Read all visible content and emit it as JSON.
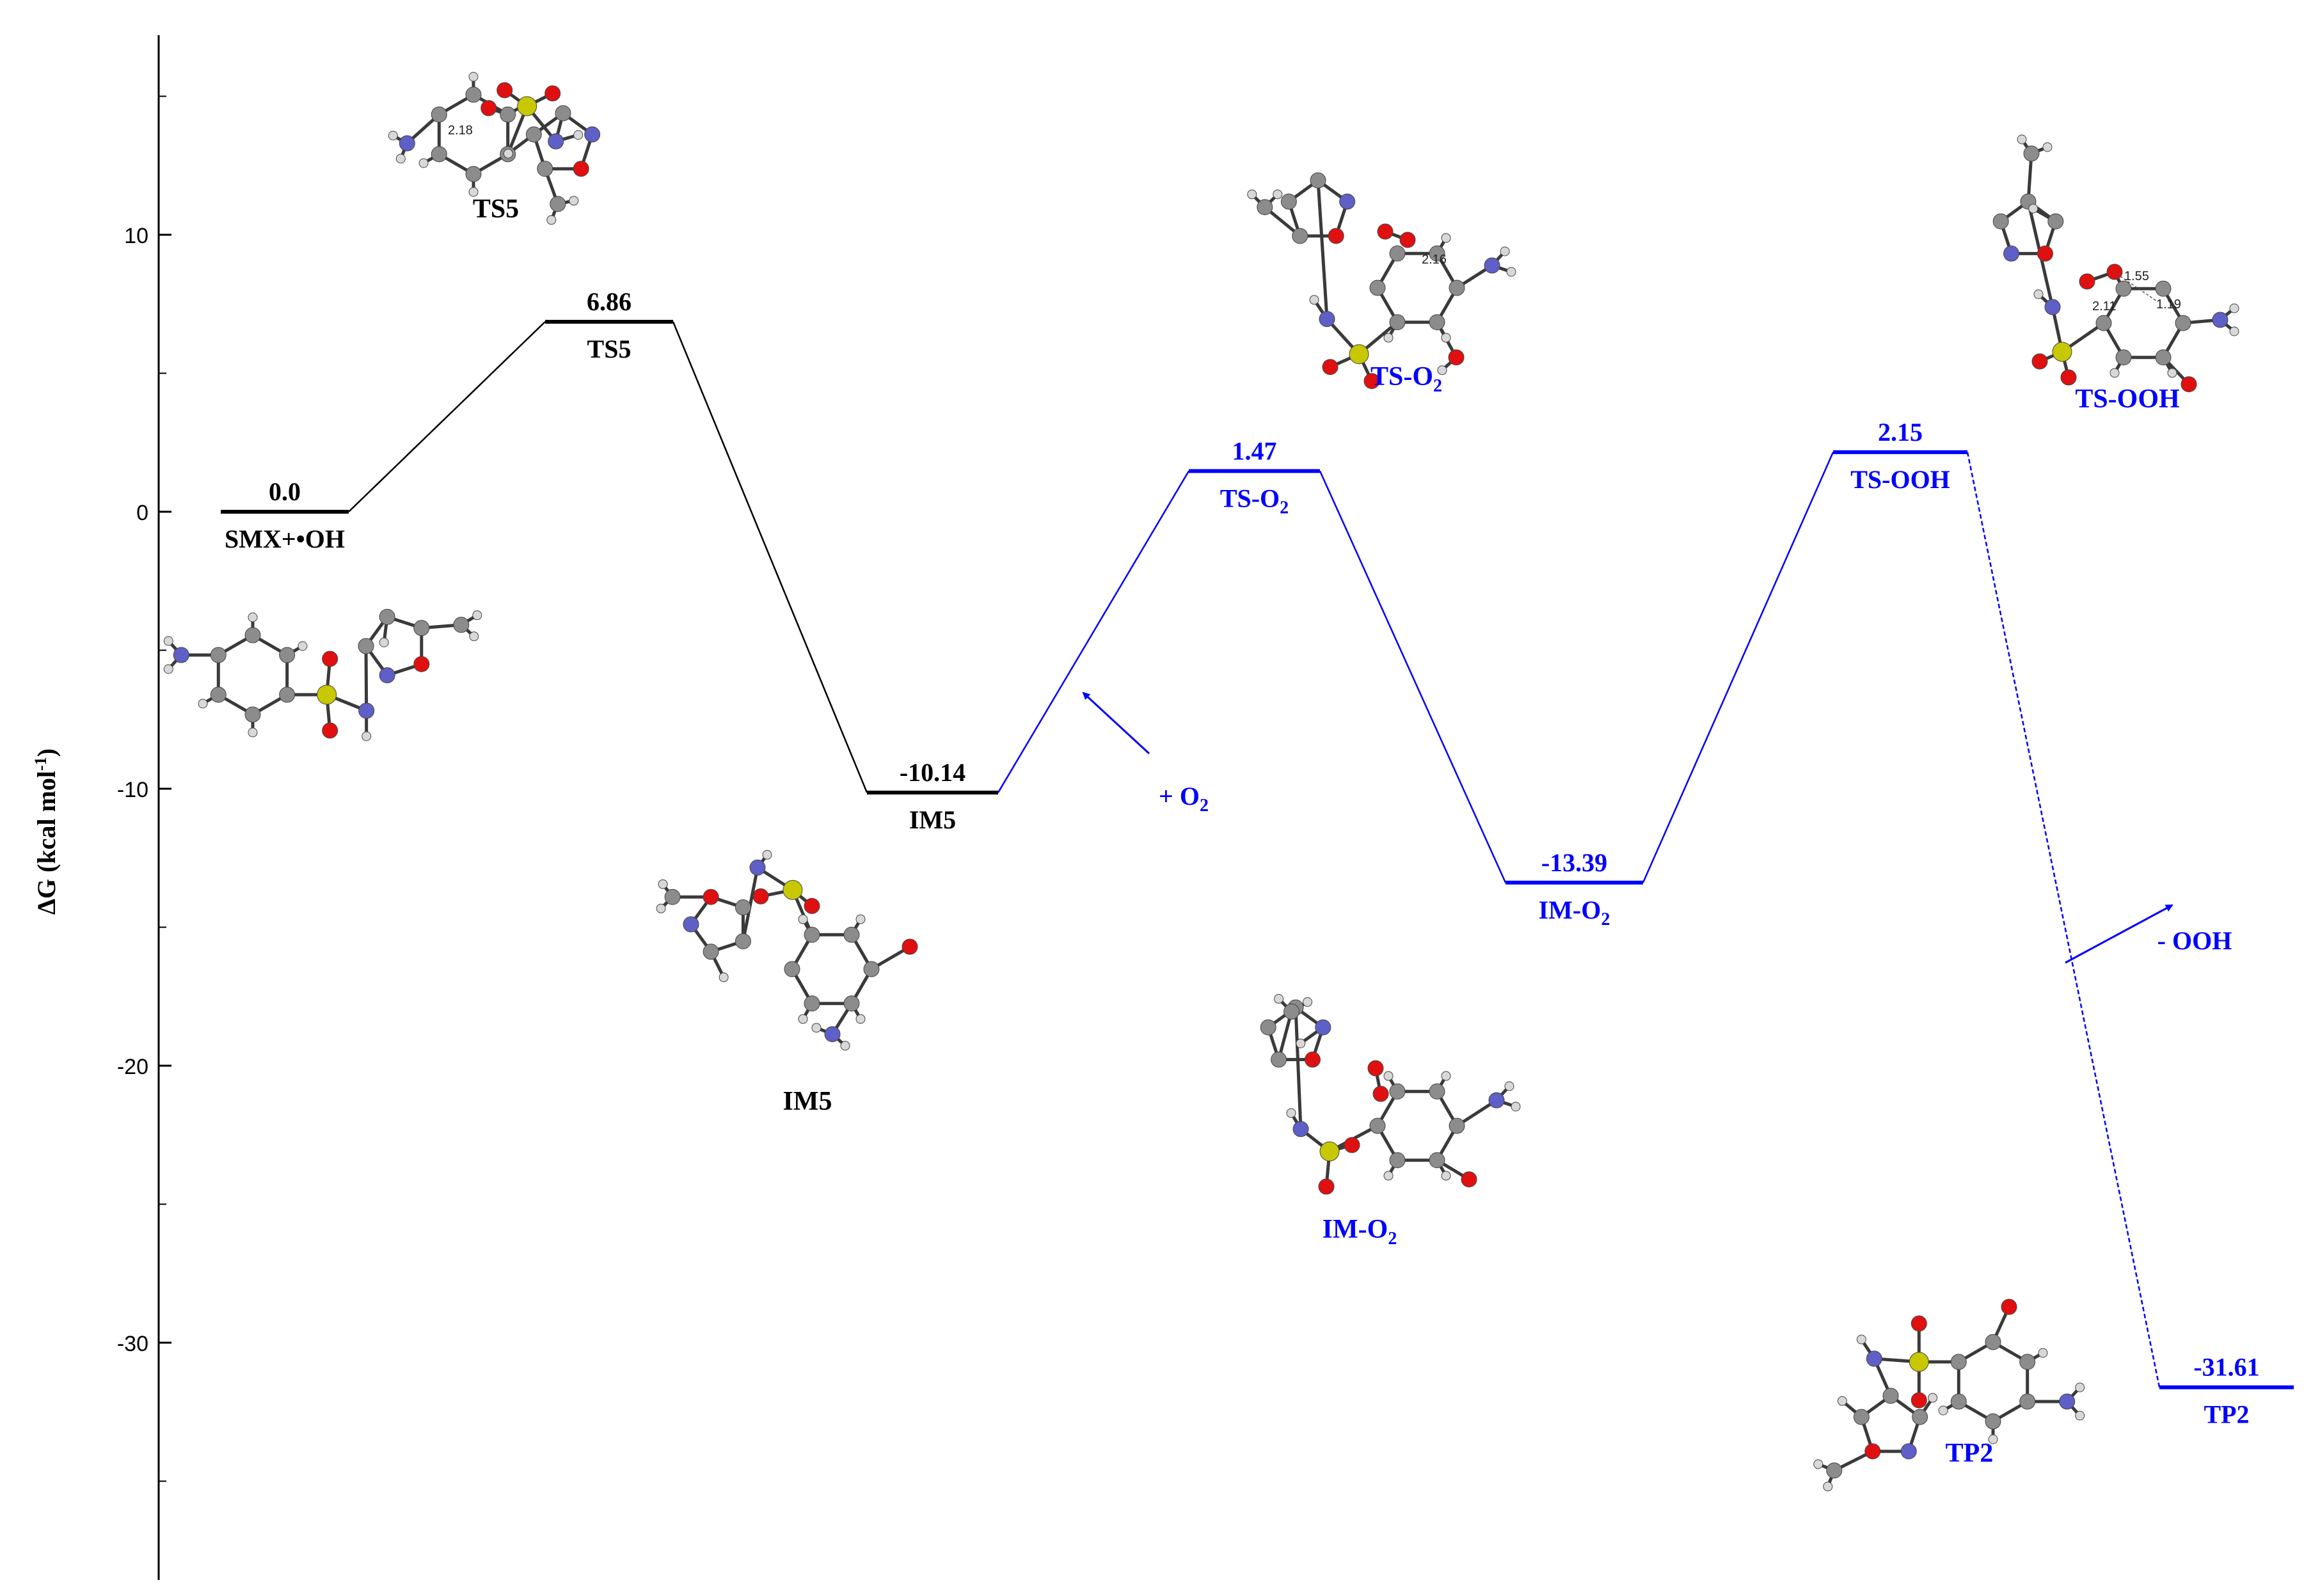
{
  "axis": {
    "ylabel_main": "ΔG (kcal mol",
    "ylabel_sup": "-1",
    "ylabel_close": ")",
    "ticks": [
      10,
      0,
      -10,
      -20,
      -30
    ],
    "ylim": [
      -37.7,
      17.7
    ]
  },
  "colors": {
    "black_path": "#000000",
    "blue_path": "#0000ff",
    "carbon": "#8c8c8c",
    "hydrogen": "#d8d8d8",
    "nitrogen": "#5f5fc8",
    "oxygen": "#e01010",
    "sulfur": "#c8c800"
  },
  "chart_data": {
    "type": "energy-profile",
    "ylabel": "ΔG (kcal mol-1)",
    "states": [
      {
        "id": "SMX",
        "value": 0.0,
        "label": "SMX+•OH",
        "value_label": "0.0",
        "path": "black"
      },
      {
        "id": "TS5",
        "value": 6.86,
        "label": "TS5",
        "value_label": "6.86",
        "path": "black"
      },
      {
        "id": "IM5",
        "value": -10.14,
        "label": "IM5",
        "value_label": "-10.14",
        "path": "black"
      },
      {
        "id": "TSO2",
        "value": 1.47,
        "label": "TS-O",
        "label_sub": "2",
        "value_label": "1.47",
        "path": "blue"
      },
      {
        "id": "IMO2",
        "value": -13.39,
        "label": "IM-O",
        "label_sub": "2",
        "value_label": "-13.39",
        "path": "blue"
      },
      {
        "id": "TSOOH",
        "value": 2.15,
        "label": "TS-OOH",
        "value_label": "2.15",
        "path": "blue"
      },
      {
        "id": "TP2",
        "value": -31.61,
        "label": "TP2",
        "value_label": "-31.61",
        "path": "blue"
      }
    ],
    "annotations": [
      {
        "id": "plus-o2",
        "text": "+ O",
        "sub": "2"
      },
      {
        "id": "minus-ooh",
        "text": "- OOH"
      }
    ]
  },
  "structures": [
    {
      "id": "TS5",
      "caption": "TS5",
      "bond_labels": [
        "2.18"
      ]
    },
    {
      "id": "SMX",
      "caption": ""
    },
    {
      "id": "IM5",
      "caption": "IM5"
    },
    {
      "id": "TSO2",
      "caption": "TS-O",
      "caption_sub": "2",
      "bond_labels": [
        "2.16"
      ]
    },
    {
      "id": "IMO2",
      "caption": "IM-O",
      "caption_sub": "2"
    },
    {
      "id": "TSOOH",
      "caption": "TS-OOH",
      "bond_labels": [
        "1.55",
        "2.11",
        "1.19"
      ]
    },
    {
      "id": "TP2",
      "caption": "TP2"
    }
  ]
}
